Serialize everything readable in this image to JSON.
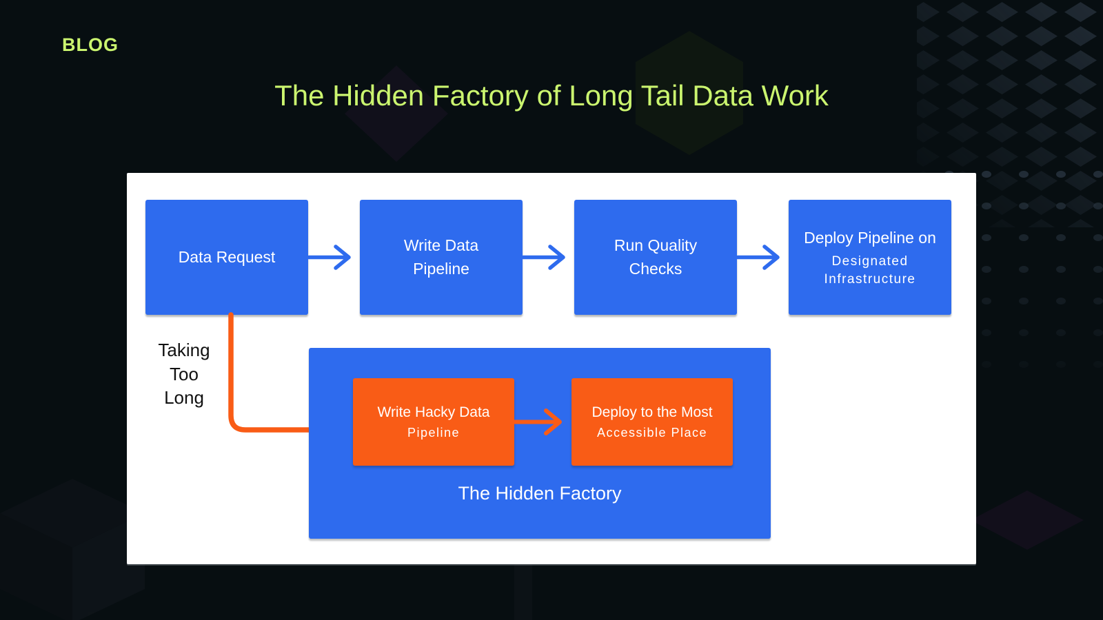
{
  "page": {
    "label": "BLOG",
    "title": "The Hidden Factory of Long Tail Data Work"
  },
  "colors": {
    "background": "#070e11",
    "panel": "#ffffff",
    "blue": "#2e6bee",
    "orange": "#f95c16",
    "lime": "#cbf56f",
    "text_light": "#ffffff",
    "text_dark": "#111111"
  },
  "diagram": {
    "main_flow": [
      {
        "label": "Data Request"
      },
      {
        "label": "Write Data\nPipeline"
      },
      {
        "label": "Run Quality\nChecks"
      },
      {
        "label": "Deploy Pipeline on",
        "sublabel": "Designated Infrastructure"
      }
    ],
    "branch_label": "Taking\nToo\nLong",
    "hidden_factory": {
      "label": "The Hidden Factory",
      "boxes": [
        {
          "label": "Write Hacky Data",
          "sublabel": "Pipeline"
        },
        {
          "label": "Deploy to the Most",
          "sublabel": "Accessible Place"
        }
      ]
    }
  }
}
